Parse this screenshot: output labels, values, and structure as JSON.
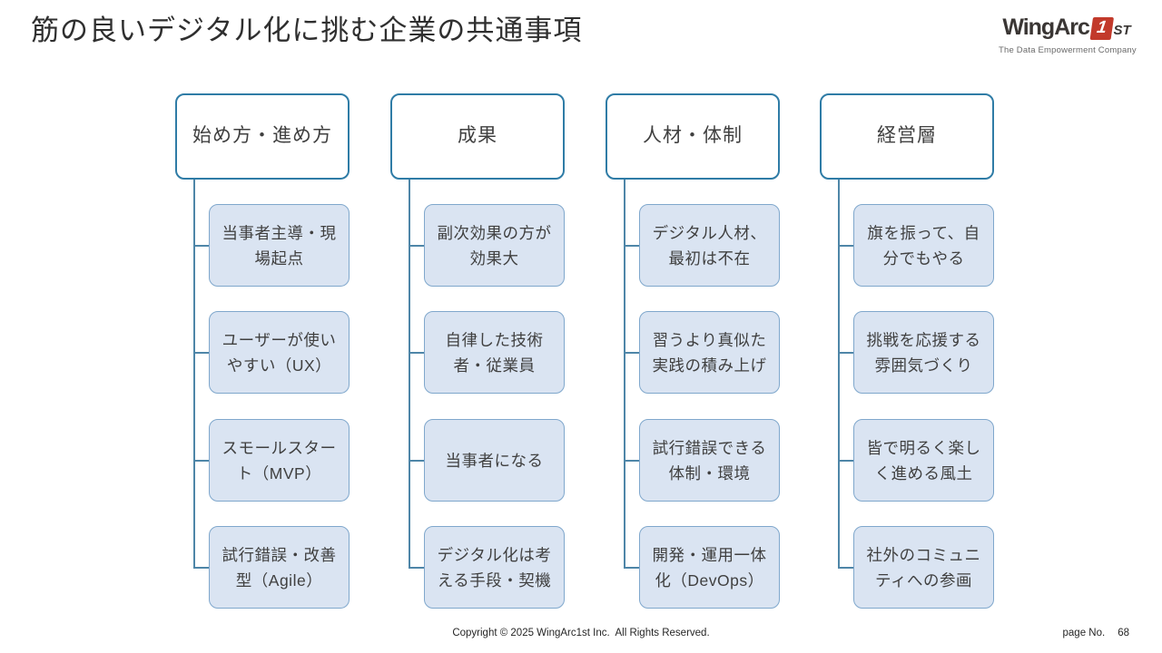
{
  "title": "筋の良いデジタル化に挑む企業の共通事項",
  "logo": {
    "brand_prefix": "WingArc",
    "brand_one": "1",
    "brand_suffix": "ST",
    "tagline": "The Data Empowerment Company",
    "accent_color": "#c23a2b"
  },
  "columns": [
    {
      "header": "始め方・進め方",
      "items": [
        "当事者主導・現場起点",
        "ユーザーが使いやすい（UX）",
        "スモールスタート（MVP）",
        "試行錯誤・改善型（Agile）"
      ]
    },
    {
      "header": "成果",
      "items": [
        "副次効果の方が効果大",
        "自律した技術者・従業員",
        "当事者になる",
        "デジタル化は考える手段・契機"
      ]
    },
    {
      "header": "人材・体制",
      "items": [
        "デジタル人材、最初は不在",
        "習うより真似た実践の積み上げ",
        "試行錯誤できる体制・環境",
        "開発・運用一体化（DevOps）"
      ]
    },
    {
      "header": "経営層",
      "items": [
        "旗を振って、自分でもやる",
        "挑戦を応援する雰囲気づくり",
        "皆で明るく楽しく進める風土",
        "社外のコミュニティへの参画"
      ]
    }
  ],
  "footer": {
    "copyright": "Copyright © 2025 WingArc1st Inc.  All Rights Reserved.",
    "page_label": "page No.",
    "page_number": "68"
  },
  "colors": {
    "header_border": "#2f7ca6",
    "item_border": "#7fa7cc",
    "item_fill": "#dae4f2",
    "connector": "#4e86a8"
  }
}
